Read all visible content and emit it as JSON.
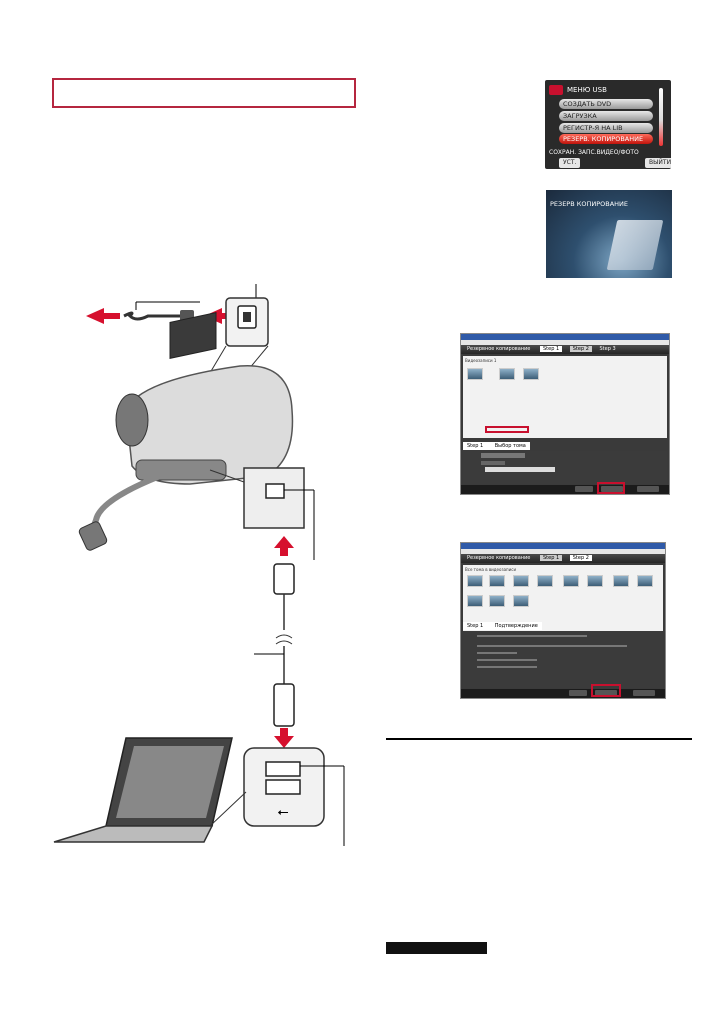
{
  "camera_menu": {
    "title": "МЕНЮ USB",
    "items": [
      "СОЗДАТЬ DVD",
      "ЗАГРУЗКА",
      "РЕГИСТР-Я НА LIB",
      "РЕЗЕРВ. КОПИРОВАНИЕ"
    ],
    "caption": "СОХРАН. ЗАПС.ВИДЕО/ФОТО",
    "ok_label": "УСТ.",
    "exit_label": "ВЫЙТИ"
  },
  "backup_screen": {
    "label": "РЕЗЕРВ КОПИРОВАНИЕ"
  },
  "pc_window_1": {
    "header": "Резервное копирование",
    "tabs": [
      "Step 1",
      "Step 2",
      "Step 3"
    ],
    "section": "Видеозаписи 1",
    "step_label": "Step 1",
    "step_title": "Выбор тома"
  },
  "pc_window_2": {
    "header": "Резервное копирование",
    "tabs": [
      "Step 1",
      "Step 2"
    ],
    "section": "Все тома в видеозаписи",
    "step_label": "Step 1",
    "step_title": "Подтверждение"
  },
  "colors": {
    "accent": "#c8102e",
    "arrow": "#d6102e"
  }
}
